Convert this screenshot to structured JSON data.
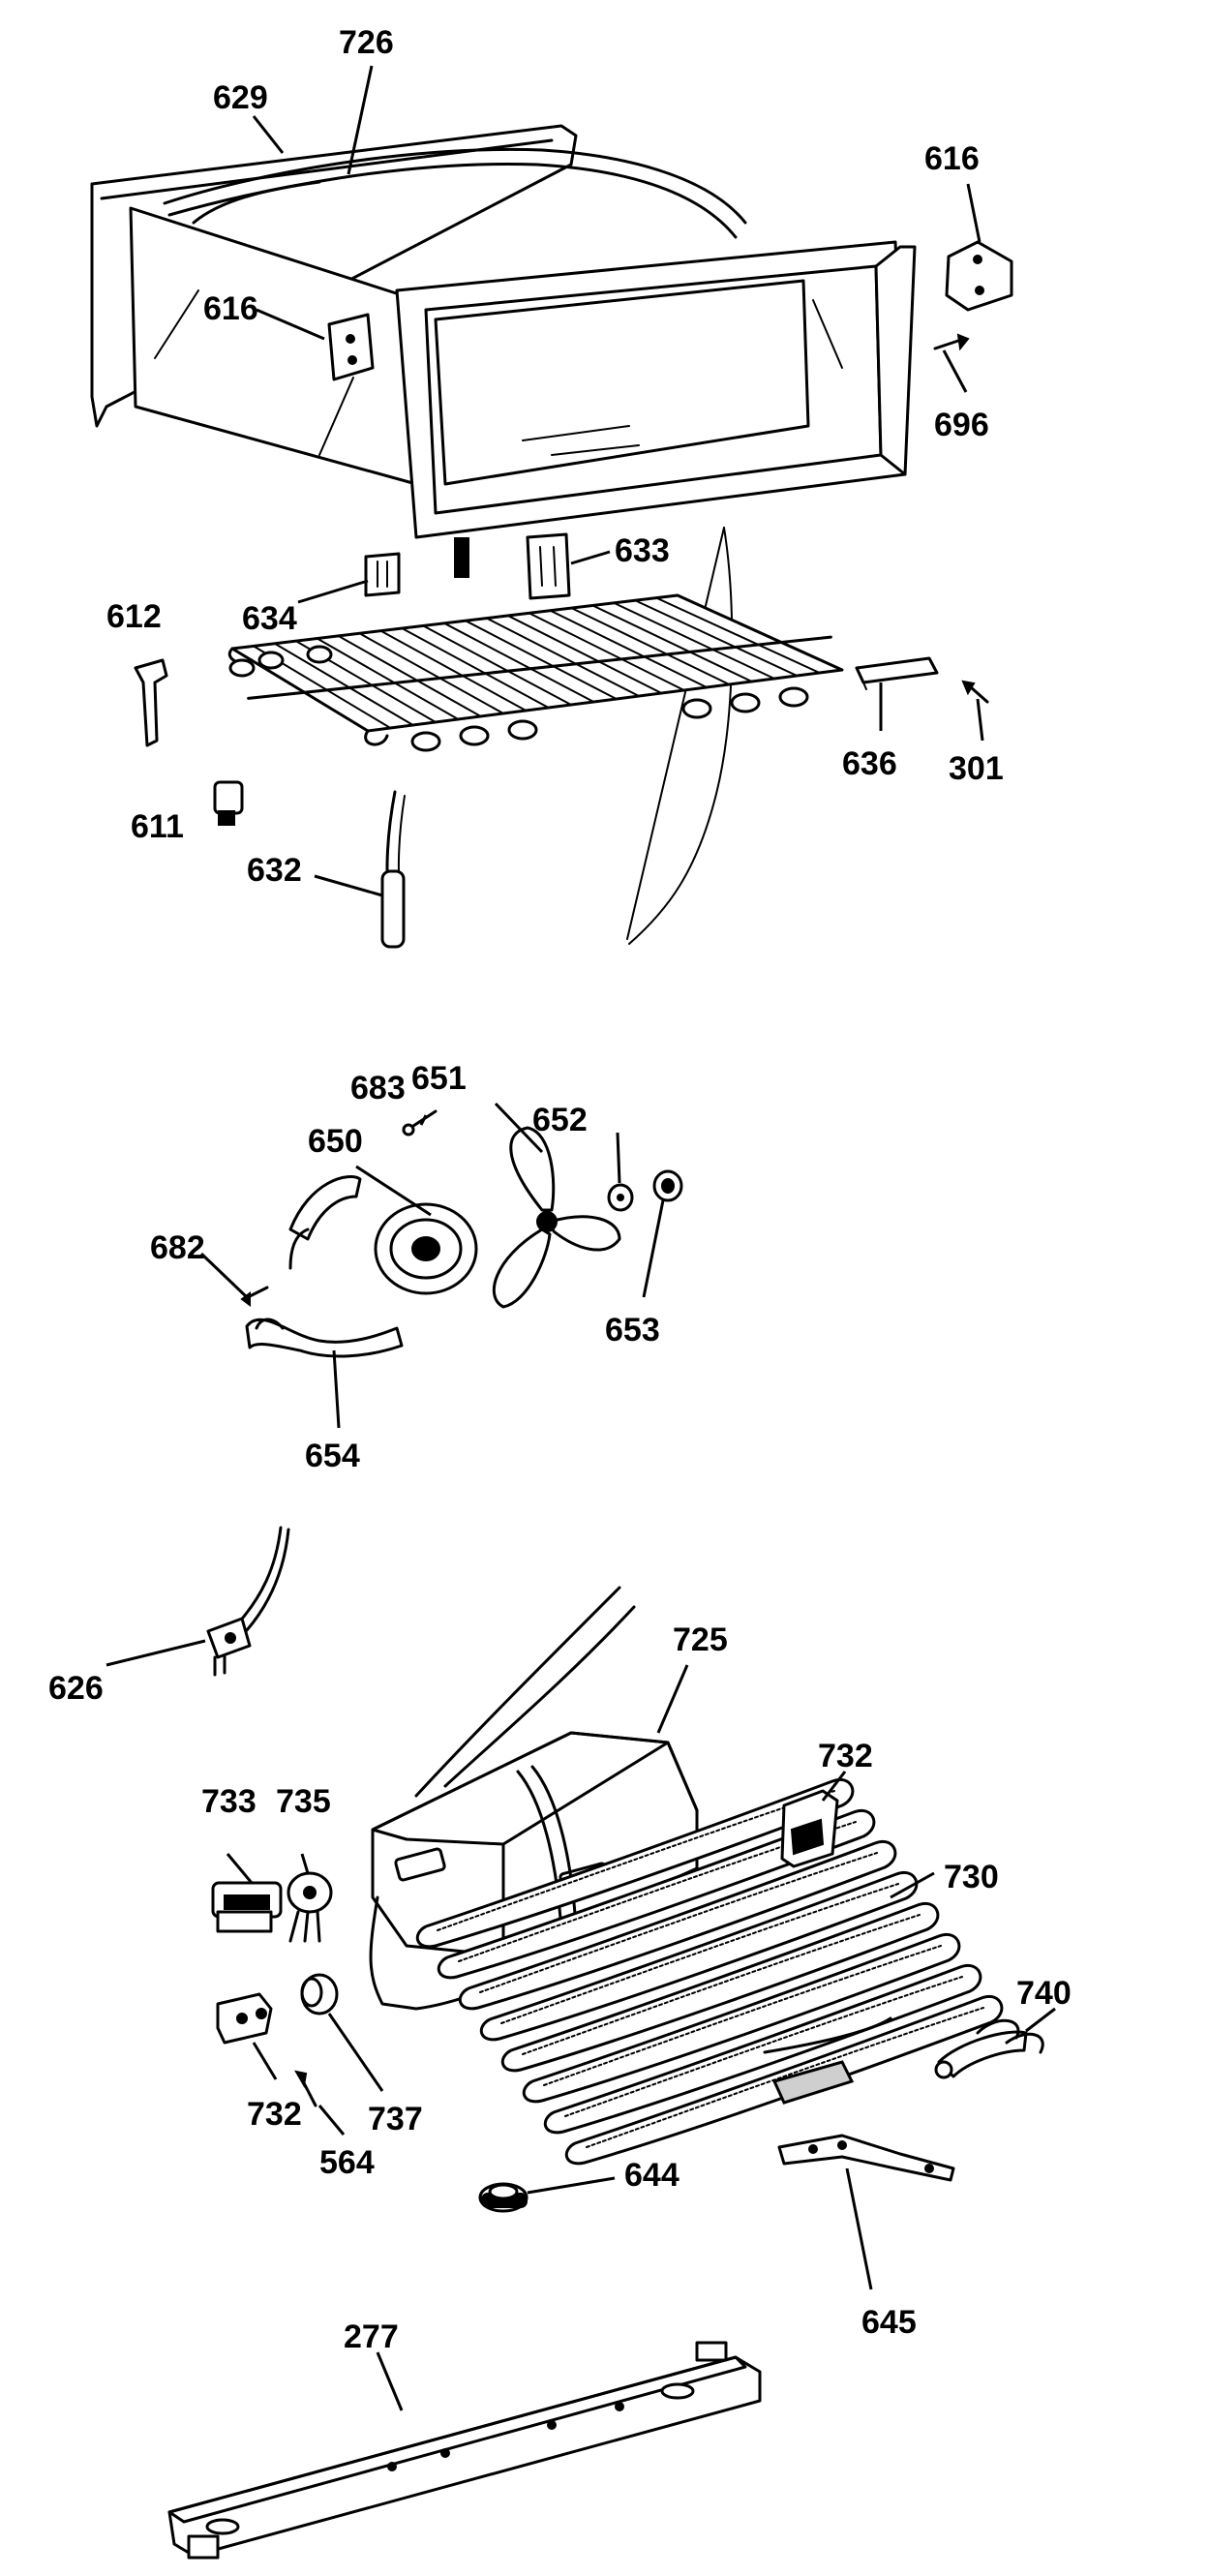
{
  "diagram": {
    "parts": {
      "p629": "629",
      "p726": "726",
      "p616a": "616",
      "p616b": "616",
      "p696": "696",
      "p612": "612",
      "p634": "634",
      "p633": "633",
      "p636": "636",
      "p301": "301",
      "p611": "611",
      "p632": "632",
      "p683": "683",
      "p651": "651",
      "p650": "650",
      "p652": "652",
      "p682": "682",
      "p653": "653",
      "p654": "654",
      "p626": "626",
      "p725": "725",
      "p732a": "732",
      "p733": "733",
      "p735": "735",
      "p730": "730",
      "p740": "740",
      "p732b": "732",
      "p737": "737",
      "p564": "564",
      "p644": "644",
      "p645": "645",
      "p277": "277"
    },
    "colors": {
      "ink": "#000000",
      "paper": "#ffffff",
      "shade": "#cfcfcf"
    }
  }
}
